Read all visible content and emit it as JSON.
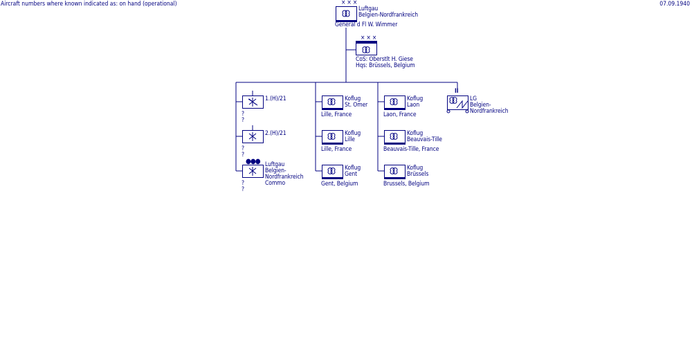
{
  "header": {
    "note": "Aircraft numbers where known indicated as: on hand (operational)",
    "date": "07.09.1940"
  },
  "hq": {
    "name1": "Luftgau",
    "name2": "Belgien-Nordfrankreich",
    "commander": "General d Fl  W. Wimmer",
    "mark": "×××"
  },
  "staff": {
    "mark": "×××",
    "cos": "CoS:  Oberstlt  H. Giese",
    "hqs": "Hqs:  Brüssels, Belgium"
  },
  "col1": [
    {
      "label": "1.(H)/21",
      "count1": "?",
      "count2": "?"
    },
    {
      "label": "2.(H)/21",
      "count1": "?",
      "count2": "?"
    },
    {
      "name1": "Luftgau",
      "name2": "Belgien-",
      "name3": "Nordfrankreich",
      "name4": "Commo",
      "count1": "?",
      "count2": "?",
      "mark": "●●●"
    }
  ],
  "col2": [
    {
      "name1": "Koflug",
      "name2": "St. Omer",
      "location": "Lille, France"
    },
    {
      "name1": "Koflug",
      "name2": "Lille",
      "location": "Lille, France"
    },
    {
      "name1": "Koflug",
      "name2": "Gent",
      "location": "Gent, Belgium"
    }
  ],
  "col3": [
    {
      "name1": "Koflug",
      "name2": "Laon",
      "location": "Laon, France"
    },
    {
      "name1": "Koflug",
      "name2": "Beauvais-Tille",
      "location": "Beauvais-Tille, France"
    },
    {
      "name1": "Koflug",
      "name2": "Brüssels",
      "location": "Brussels, Belgium"
    }
  ],
  "col4": {
    "name1": "LG",
    "name2": "Belgien-",
    "name3": "Nordfrankreich",
    "mark": "II"
  }
}
